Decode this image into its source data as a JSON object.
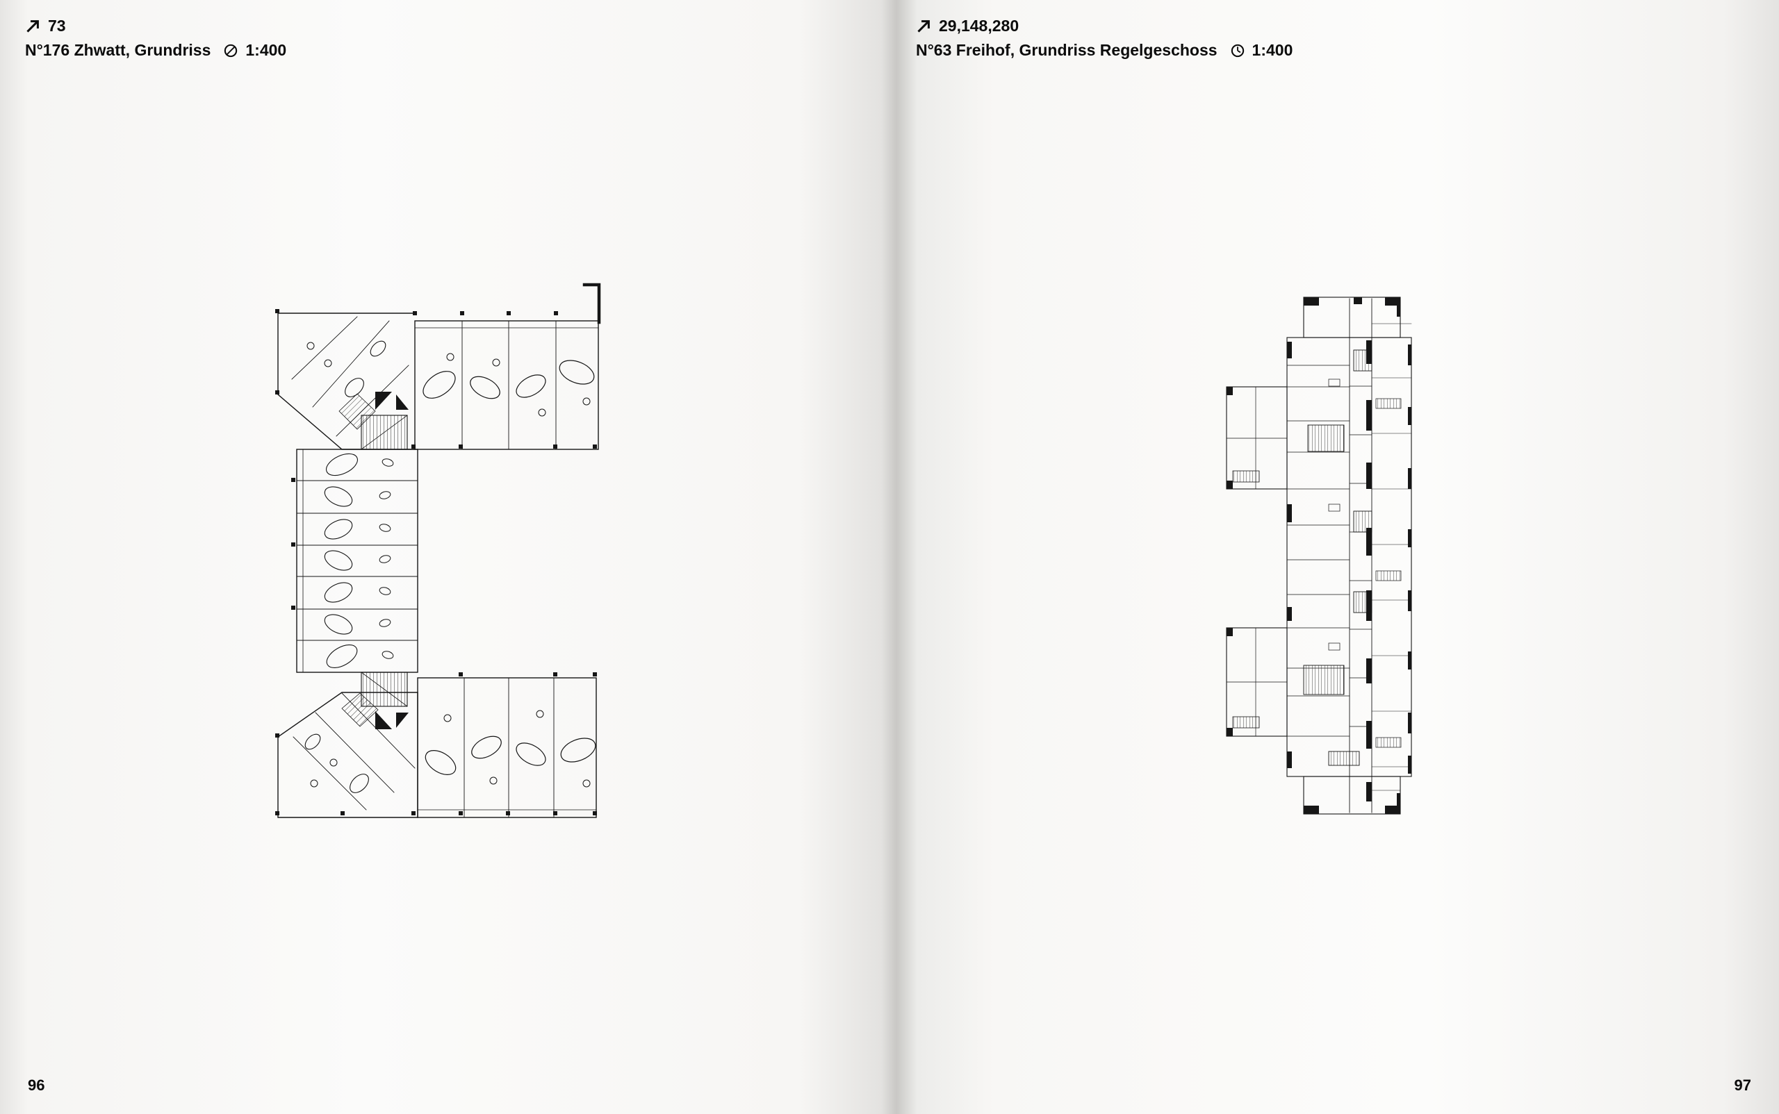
{
  "colors": {
    "ink": "#0c0c0c",
    "paper": "#f8f7f5",
    "line": "#161616"
  },
  "left_page": {
    "figure_ref": "73",
    "caption": "N°176 Zhwatt, Grundriss",
    "scale": "1:400",
    "page_number": "96",
    "icons": {
      "ref": "arrow-up-right-icon",
      "scale": "slashed-circle-icon"
    }
  },
  "right_page": {
    "figure_ref": "29,148,280",
    "caption": "N°63 Freihof, Grundriss Regelgeschoss",
    "scale": "1:400",
    "page_number": "97",
    "icons": {
      "ref": "arrow-up-right-icon",
      "scale": "clock-icon"
    }
  }
}
